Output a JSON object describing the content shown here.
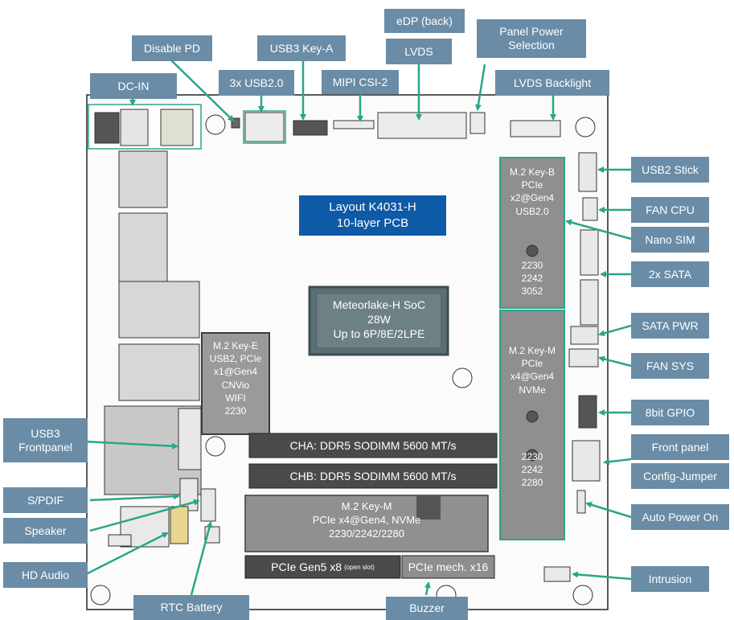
{
  "colors": {
    "callout_bg": "#6a8ca6",
    "arrow": "#2aa58a",
    "layout_box": "#0f5aa6",
    "soc_box": "#596f74",
    "board_gray": "#8e8e8e"
  },
  "callouts": {
    "edp": "eDP (back)",
    "panel_power_1": "Panel Power",
    "panel_power_2": "Selection",
    "disable_pd": "Disable PD",
    "usb3_keya": "USB3 Key-A",
    "lvds": "LVDS",
    "dc_in": "DC-IN",
    "usb2_3x": "3x USB2.0",
    "mipi": "MIPI CSI-2",
    "lvds_backlight": "LVDS Backlight",
    "usb2_stick": "USB2 Stick",
    "fan_cpu": "FAN CPU",
    "nano_sim": "Nano SIM",
    "sata_2x": "2x SATA",
    "sata_pwr": "SATA PWR",
    "fan_sys": "FAN SYS",
    "gpio": "8bit GPIO",
    "front_panel": "Front panel",
    "config_jumper": "Config-Jumper",
    "auto_power": "Auto Power On",
    "intrusion": "Intrusion",
    "buzzer": "Buzzer",
    "rtc": "RTC Battery",
    "hd_audio": "HD Audio",
    "speaker": "Speaker",
    "spdif": "S/PDIF",
    "usb3_front_1": "USB3",
    "usb3_front_2": "Frontpanel"
  },
  "board": {
    "layout_line1": "Layout K4031-H",
    "layout_line2": "10-layer PCB",
    "soc": {
      "line1": "Meteorlake-H SoC",
      "line2": "28W",
      "line3": "Up to 6P/8E/2LPE"
    },
    "m2_keye": [
      "M.2 Key-E",
      "USB2, PCIe",
      "x1@Gen4",
      "CNVio",
      "WIFI",
      "2230"
    ],
    "m2_keyb": [
      "M.2 Key-B",
      "PCIe",
      "x2@Gen4",
      "USB2.0",
      "",
      "",
      "",
      "",
      "2230",
      "2242",
      "3052"
    ],
    "m2_keym_right": [
      "M.2 Key-M",
      "PCIe",
      "x4@Gen4",
      "NVMe",
      "",
      "",
      "",
      "",
      "",
      "2230",
      "2242",
      "2280"
    ],
    "m2_keym_bottom": [
      "M.2 Key-M",
      "PCIe x4@Gen4, NVMe",
      "2230/2242/2280"
    ],
    "cha": "CHA: DDR5 SODIMM 5600 MT/s",
    "chb": "CHB: DDR5 SODIMM 5600 MT/s",
    "pcie_gen5": "PCIe Gen5 x8",
    "pcie_gen5_note": "(open slot)",
    "pcie_mech": "PCIe mech. x16"
  }
}
